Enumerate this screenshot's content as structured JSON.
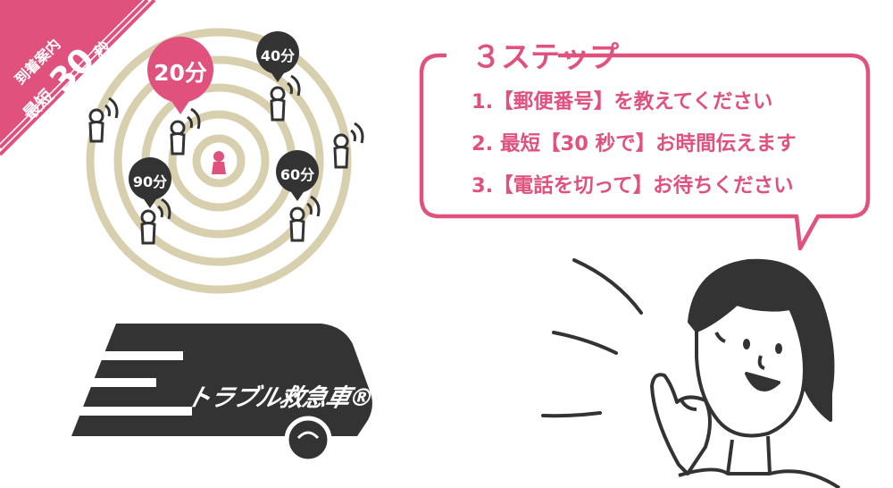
{
  "banner": {
    "line1": "到着案内",
    "line2": "最短",
    "line3": "30",
    "line4": "秒",
    "color": "#e0517e"
  },
  "radar": {
    "ring_color": "#d8cfae",
    "center_icon": "location-pin-icon",
    "pins": {
      "p20": "20分",
      "p40": "40分",
      "p60": "60分",
      "p90": "90分"
    }
  },
  "steps": {
    "title": "３ステップ",
    "items": [
      "1.【郵便番号】を教えてください",
      "2. 最短【30 秒で】お時間伝えます",
      "3.【電話を切って】お待ちください"
    ],
    "accent": "#e0517e"
  },
  "van": {
    "brand": "トラブル救急車®",
    "color": "#333333"
  }
}
